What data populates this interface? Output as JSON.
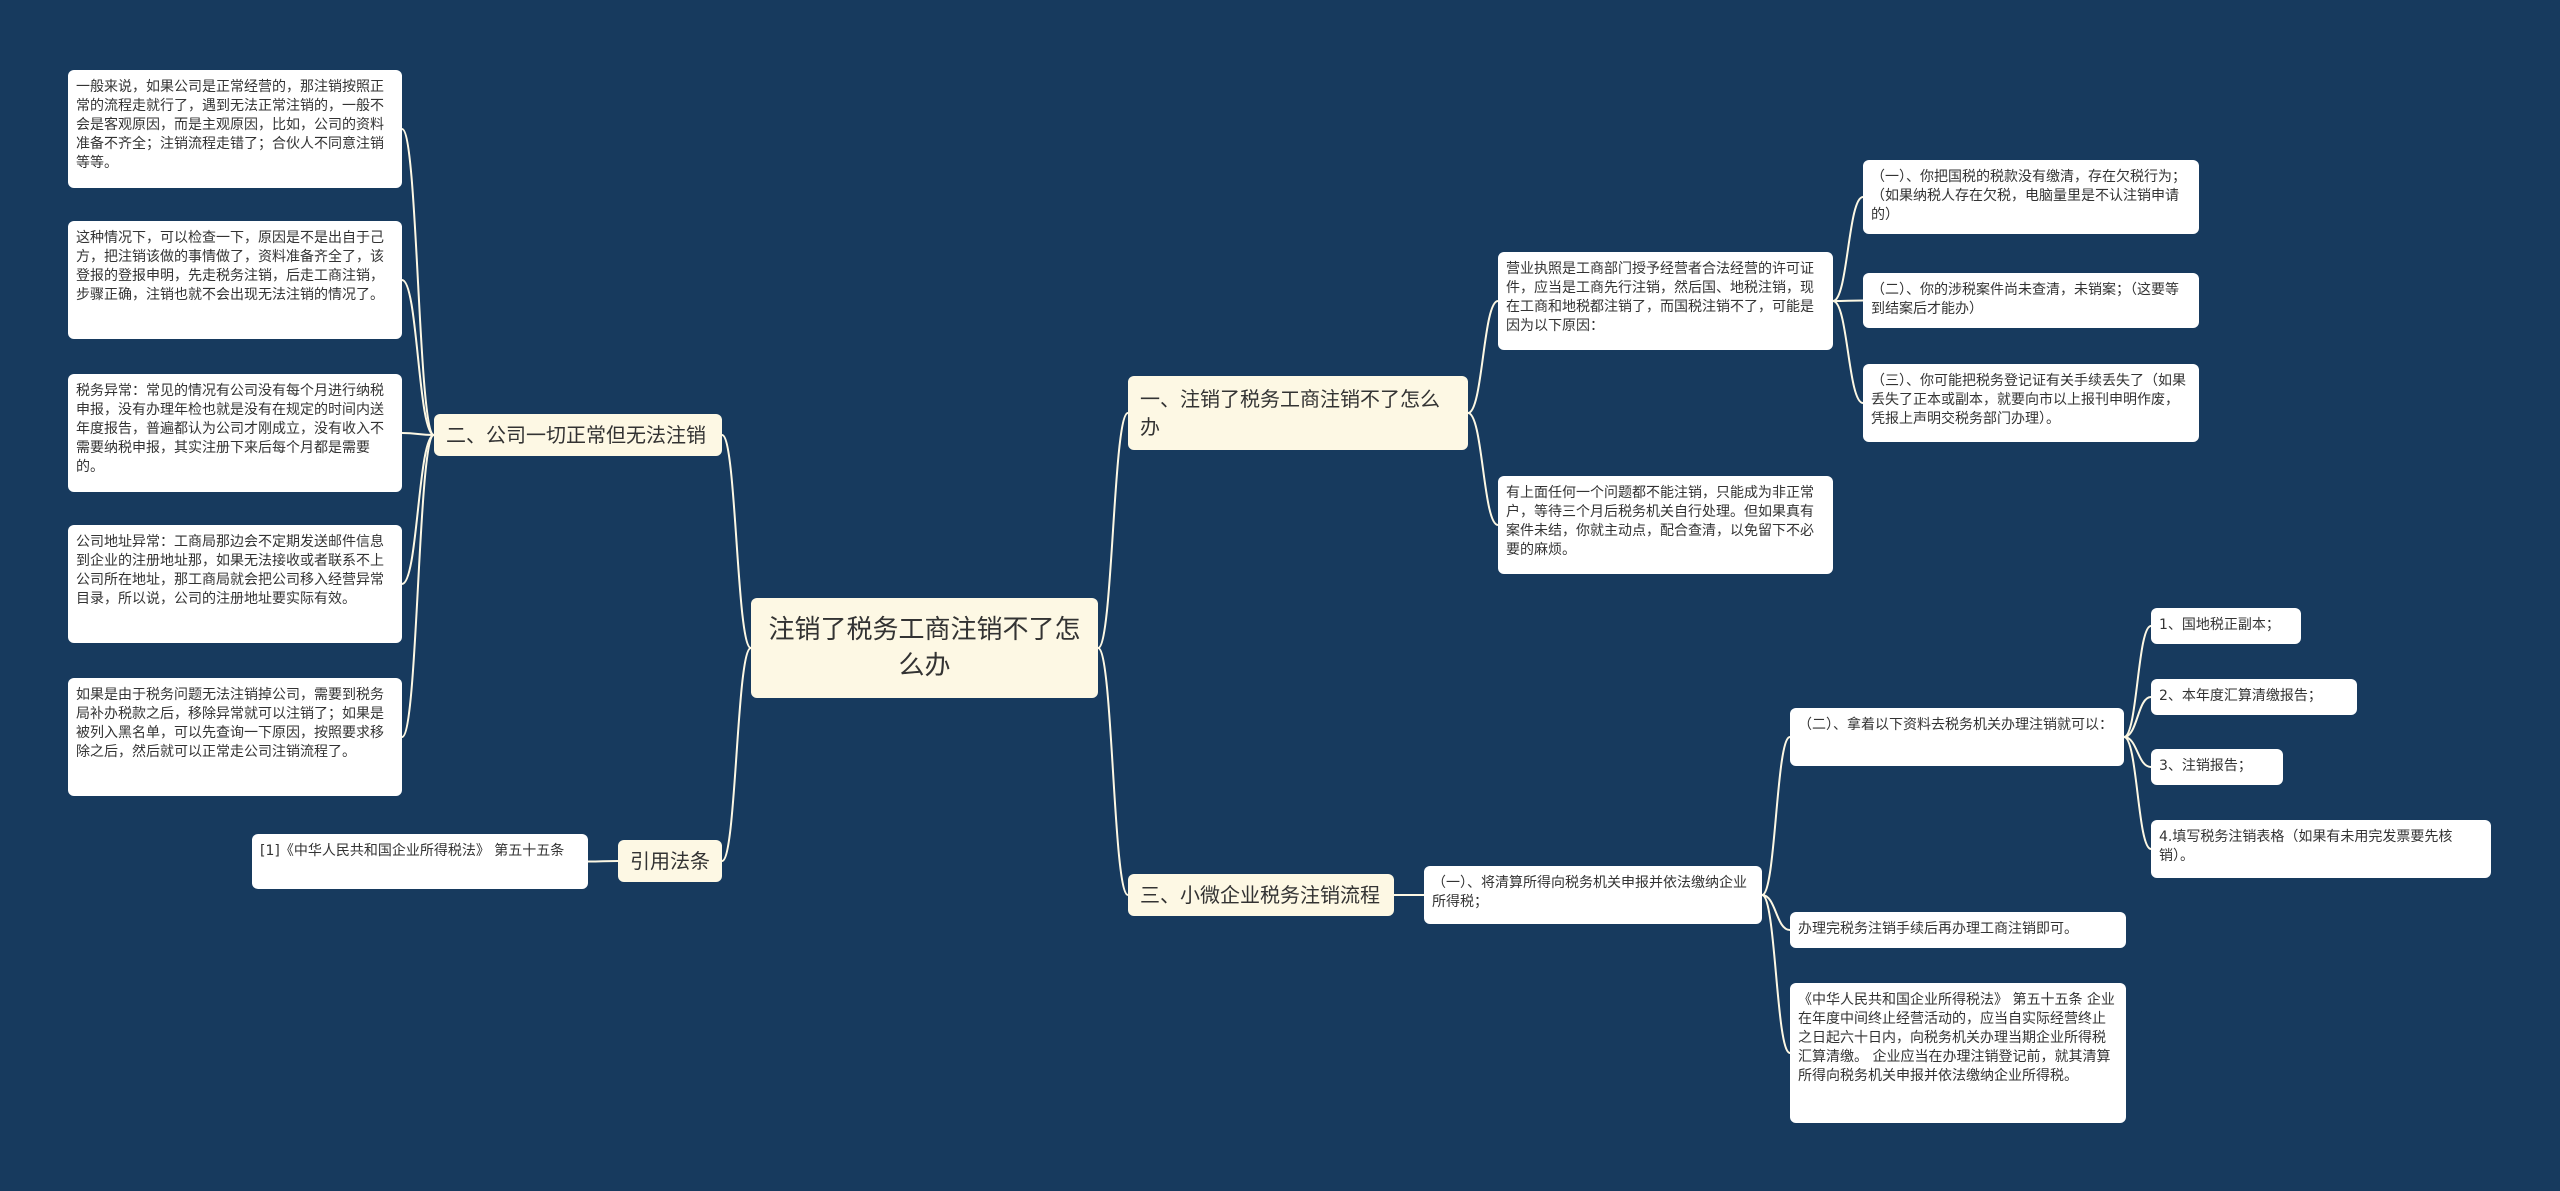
{
  "colors": {
    "background": "#173a5e",
    "node_fill": "#fdf8e4",
    "leaf_fill": "#ffffff",
    "connector": "#fdf8e4"
  },
  "root": "注销了税务工商注销不了怎么办",
  "branches": {
    "b1": "一、注销了税务工商注销不了怎么办",
    "b2": "二、公司一切正常但无法注销",
    "b3": "三、小微企业税务注销流程",
    "b4": "引用法条"
  },
  "b1_children": {
    "reason_intro": "营业执照是工商部门授予经营者合法经营的许可证件，应当是工商先行注销，然后国、地税注销，现在工商和地税都注销了，而国税注销不了，可能是因为以下原因：",
    "reason_1": "（一）、你把国税的税款没有缴清，存在欠税行为；（如果纳税人存在欠税，电脑量里是不认注销申请的）",
    "reason_2": "（二）、你的涉税案件尚未查清，未销案；（这要等到结案后才能办）",
    "reason_3": "（三）、你可能把税务登记证有关手续丢失了（如果丢失了正本或副本，就要向市以上报刊申明作废，凭报上声明交税务部门办理）。",
    "note": "有上面任何一个问题都不能注销，只能成为非正常户，等待三个月后税务机关自行处理。但如果真有案件未结，你就主动点，配合查清，以免留下不必要的麻烦。"
  },
  "b2_children": {
    "p1": "一般来说，如果公司是正常经营的，那注销按照正常的流程走就行了，遇到无法正常注销的，一般不会是客观原因，而是主观原因，比如，公司的资料准备不齐全；注销流程走错了；合伙人不同意注销等等。",
    "p2": "这种情况下，可以检查一下，原因是不是出自于己方，把注销该做的事情做了，资料准备齐全了，该登报的登报申明，先走税务注销，后走工商注销，步骤正确，注销也就不会出现无法注销的情况了。",
    "p3": "税务异常：常见的情况有公司没有每个月进行纳税申报，没有办理年检也就是没有在规定的时间内送年度报告，普遍都认为公司才刚成立，没有收入不需要纳税申报，其实注册下来后每个月都是需要的。",
    "p4": "公司地址异常：工商局那边会不定期发送邮件信息到企业的注册地址那，如果无法接收或者联系不上公司所在地址，那工商局就会把公司移入经营异常目录，所以说，公司的注册地址要实际有效。",
    "p5": "如果是由于税务问题无法注销掉公司，需要到税务局补办税款之后，移除异常就可以注销了；如果是被列入黑名单，可以先查询一下原因，按照要求移除之后，然后就可以正常走公司注销流程了。"
  },
  "b3_children": {
    "step1": "（一）、将清算所得向税务机关申报并依法缴纳企业所得税；",
    "step2": "（二）、拿着以下资料去税务机关办理注销就可以：",
    "doc1": "1、国地税正副本；",
    "doc2": "2、本年度汇算清缴报告；",
    "doc3": "3、注销报告；",
    "doc4": "4.填写税务注销表格（如果有未用完发票要先核销）。",
    "step3": "办理完税务注销手续后再办理工商注销即可。",
    "law": "《中华人民共和国企业所得税法》 第五十五条 企业在年度中间终止经营活动的，应当自实际经营终止之日起六十日内，向税务机关办理当期企业所得税汇算清缴。 企业应当在办理注销登记前，就其清算所得向税务机关申报并依法缴纳企业所得税。"
  },
  "b4_children": {
    "ref1": "[1]《中华人民共和国企业所得税法》 第五十五条"
  }
}
